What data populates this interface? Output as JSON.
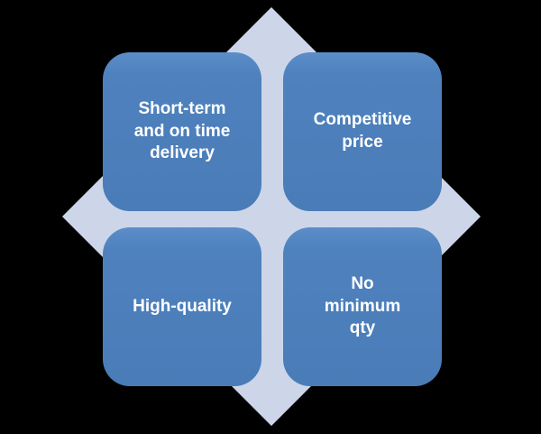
{
  "diagram": {
    "type": "matrix-quadrant",
    "quadrants": [
      {
        "position": "top-left",
        "label": "Short-term\nand on time\ndelivery"
      },
      {
        "position": "top-right",
        "label": "Competitive\nprice"
      },
      {
        "position": "bottom-left",
        "label": "High-quality"
      },
      {
        "position": "bottom-right",
        "label": "No\nminimum\nqty"
      }
    ],
    "colors": {
      "background": "#000000",
      "diamond": "#ccd6e8",
      "box_fill": "#4e81bd",
      "text": "#ffffff"
    }
  }
}
